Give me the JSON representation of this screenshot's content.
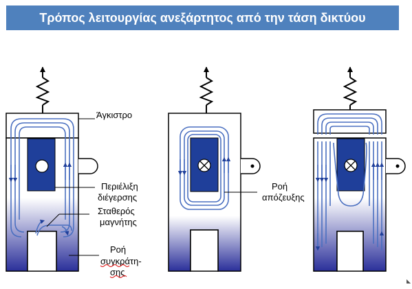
{
  "title": "Τρόπος λειτουργίας ανεξάρτητος από την τάση δικτύου",
  "labels": {
    "hook": "Άγκιστρο",
    "winding_1": "Περιέλιξη",
    "winding_2": "διέγερσης",
    "magnet_1": "Σταθερός",
    "magnet_2": "μαγνήτης",
    "hold_1": "Ροή",
    "hold_2": "συγκράτη-",
    "hold_3": "σης",
    "release_1": "Ροή",
    "release_2": "απόζευξης"
  },
  "colors": {
    "title_bg": "#4f81bd",
    "coil": "#1f3f9a",
    "flux": "#4a6fc0",
    "gradient_bottom": "#2a2f9a"
  }
}
